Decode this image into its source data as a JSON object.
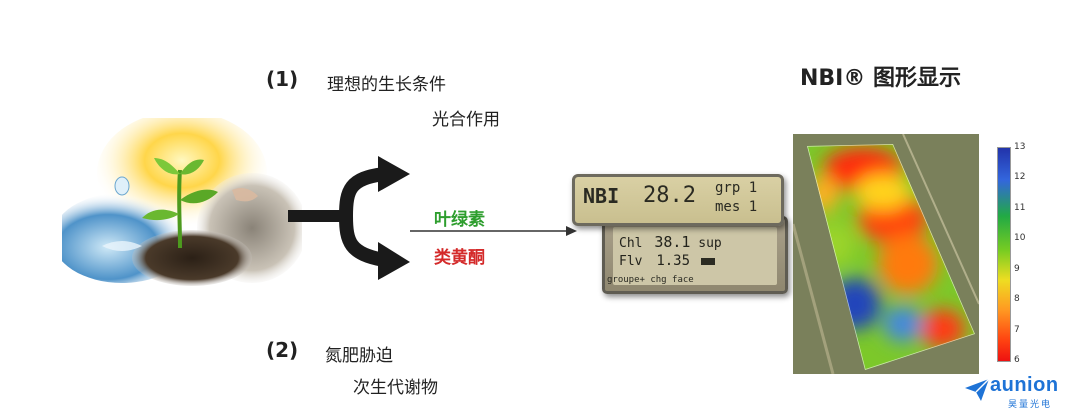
{
  "item1": {
    "number": "(1)",
    "title": "理想的生长条件",
    "sub": "光合作用"
  },
  "item2": {
    "number": "(2)",
    "title": "氮肥胁迫",
    "sub": "次生代谢物"
  },
  "arrow_labels": {
    "top": "叶绿素",
    "bottom": "类黄酮"
  },
  "nbi": {
    "title": "NBI® 图形显示"
  },
  "device": {
    "top_row": {
      "label": "NBI",
      "value": "28.2",
      "r1": "grp 1",
      "r2": "mes 1"
    },
    "chl": {
      "label": "Chl",
      "value": "38.1",
      "unit": "sup"
    },
    "flv": {
      "label": "Flv",
      "value": "1.35"
    },
    "footer": "groupe+ chg face"
  },
  "colorbar": {
    "ticks": [
      "13",
      "12",
      "11",
      "10",
      "9",
      "8",
      "7",
      "6"
    ],
    "colors": [
      "#2233aa",
      "#3366dd",
      "#22aa44",
      "#77cc22",
      "#eedd22",
      "#ff9922",
      "#ff4411",
      "#ee1111"
    ]
  },
  "logo": {
    "name": "aunion",
    "sub": "昊量光电"
  },
  "colors": {
    "green": "#2e9e2e",
    "red": "#d42a2a",
    "logo_blue": "#1e73d6"
  }
}
